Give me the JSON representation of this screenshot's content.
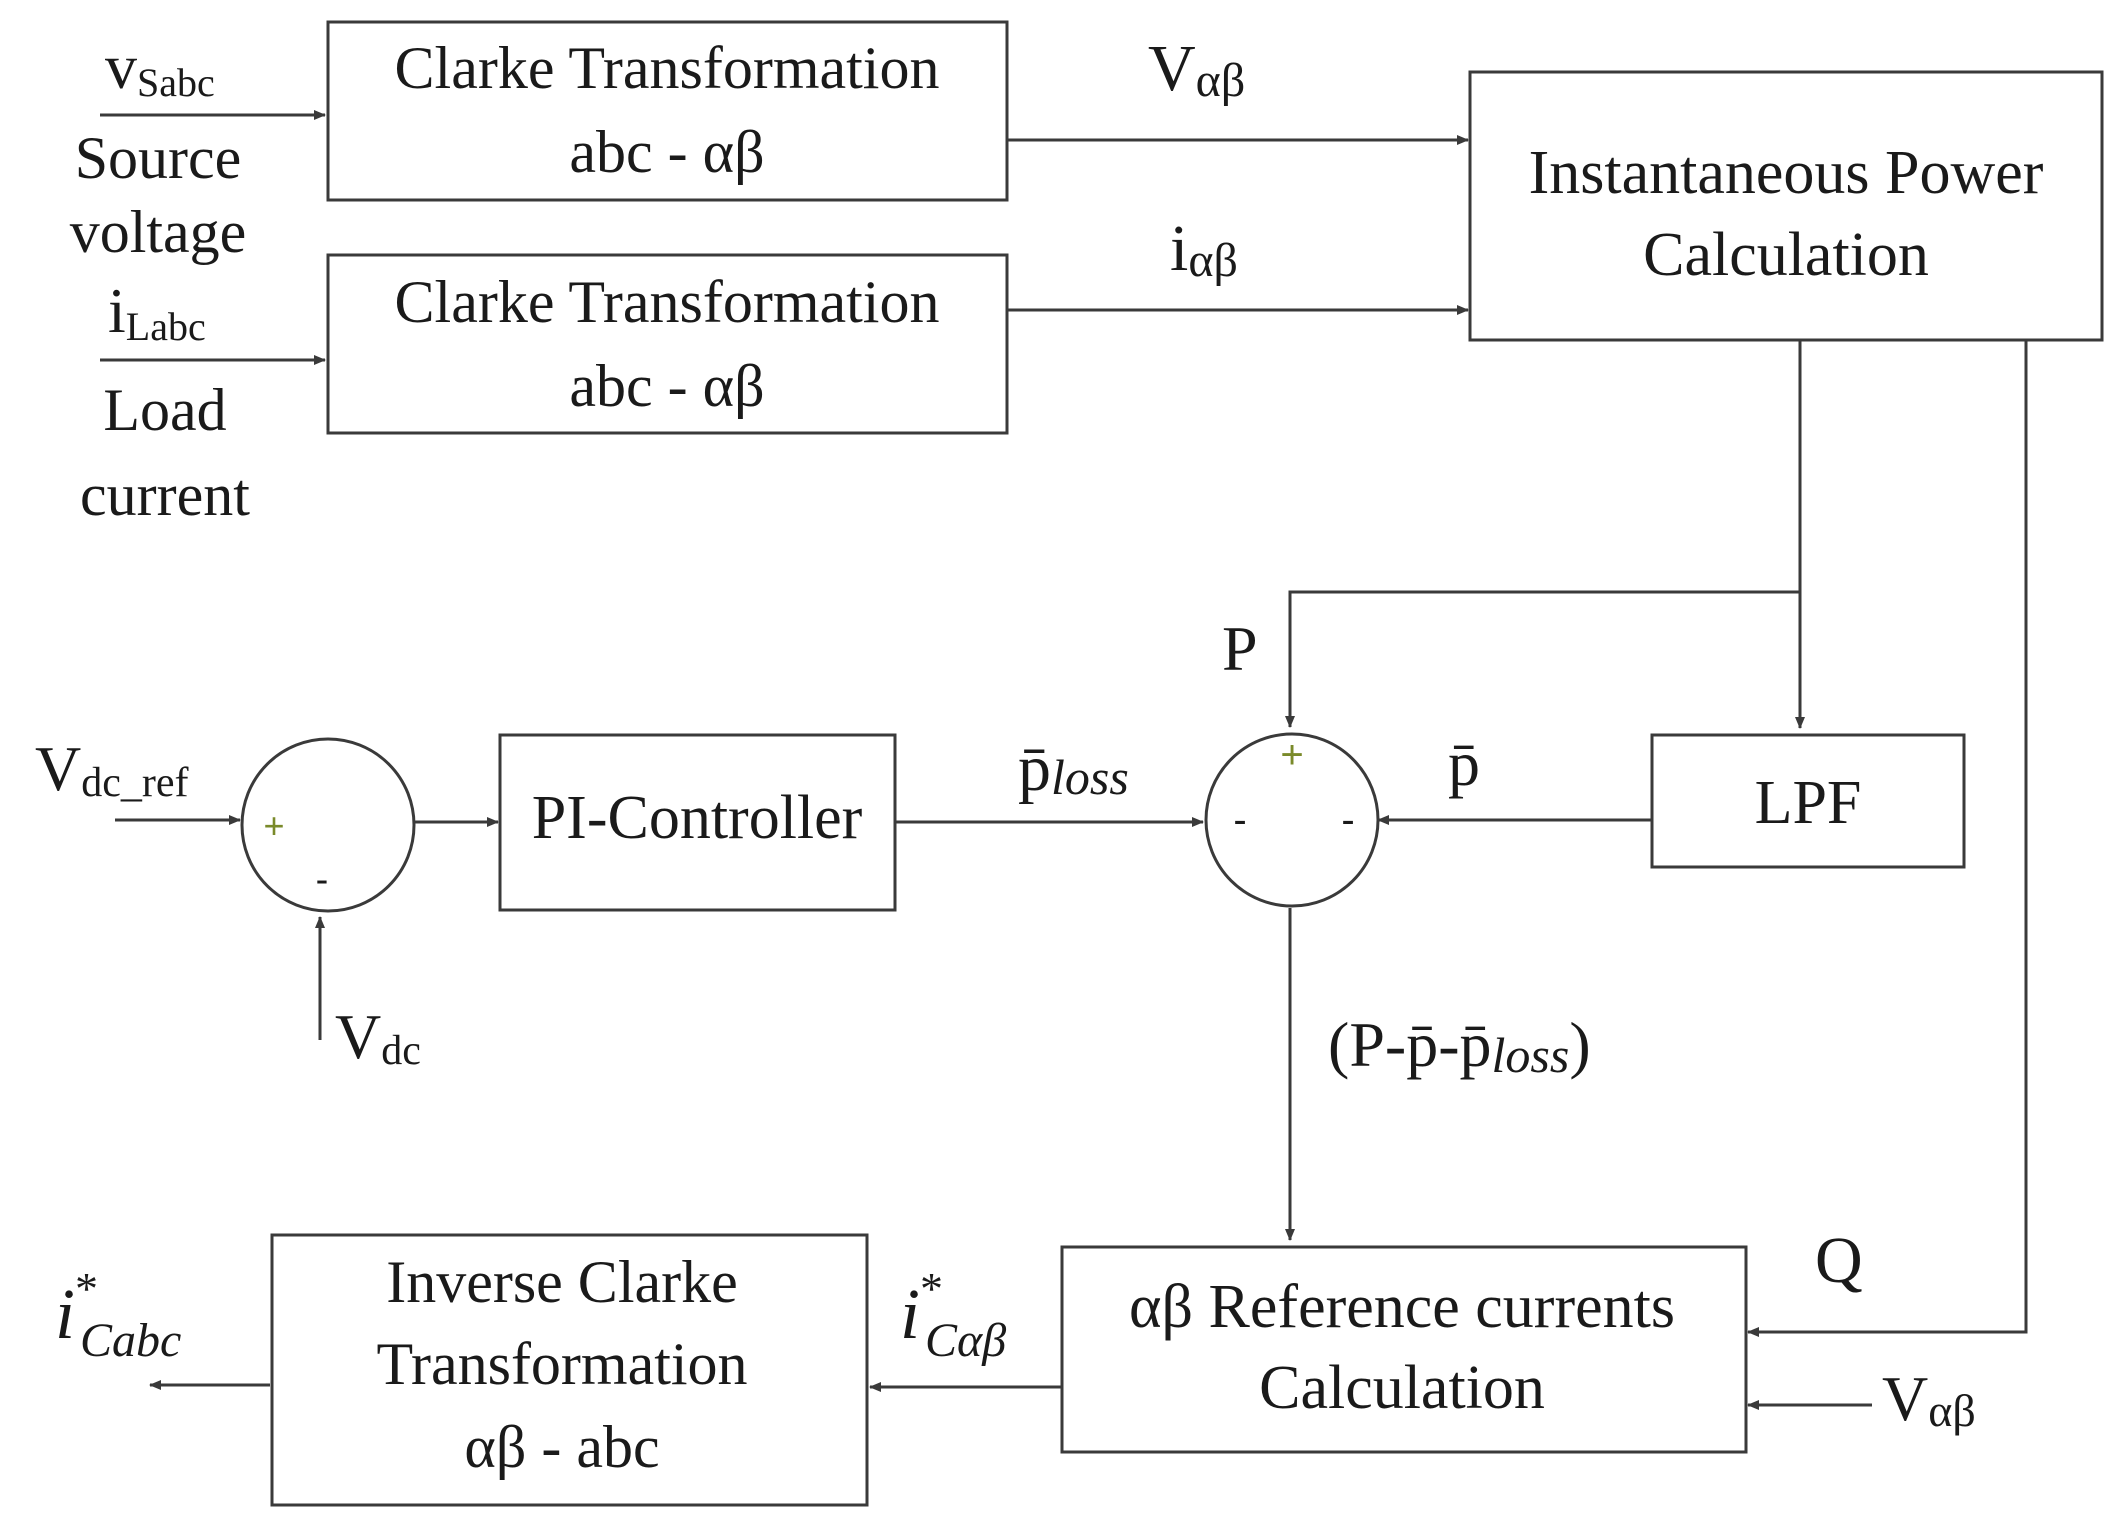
{
  "blocks": {
    "clarke_v": {
      "line1": "Clarke Transformation",
      "line2": "abc - αβ"
    },
    "clarke_i": {
      "line1": "Clarke Transformation",
      "line2": "abc - αβ"
    },
    "power_calc": {
      "line1": "Instantaneous Power",
      "line2": "Calculation"
    },
    "lpf": {
      "label": "LPF"
    },
    "pi": {
      "label": "PI-Controller"
    },
    "ref_calc": {
      "line1": "αβ Reference currents",
      "line2": "Calculation"
    },
    "inv_clarke": {
      "line1": "Inverse Clarke",
      "line2": "Transformation",
      "line3": "αβ - abc"
    }
  },
  "inputs": {
    "vs": {
      "main": "v",
      "sub": "Sabc",
      "desc1": "Source",
      "desc2": "voltage"
    },
    "il": {
      "main": "i",
      "sub": "Labc",
      "desc1": "Load",
      "desc2": "current"
    },
    "vdc_ref": {
      "main": "V",
      "sub": "dc_ref"
    },
    "vdc": {
      "main": "V",
      "sub": "dc"
    }
  },
  "signals": {
    "v_ab": {
      "main": "V",
      "sub": "αβ"
    },
    "i_ab": {
      "main": "i",
      "sub": "αβ"
    },
    "p": "P",
    "p_bar": "p̄",
    "p_loss": {
      "main": "p̄",
      "sub": "loss"
    },
    "error": {
      "open": "(P-p̄-p̄",
      "sub": "loss",
      "close": ")"
    },
    "q": "Q",
    "v_ab_ref": {
      "main": "V",
      "sub": "αβ"
    },
    "ic_ab": {
      "main": "i",
      "sup": "*",
      "sub": "Cαβ"
    },
    "ic_abc": {
      "main": "i",
      "sup": "*",
      "sub": "Cabc"
    }
  },
  "summers": {
    "dc": {
      "plus": "+",
      "minus": "-"
    },
    "power": {
      "plus": "+",
      "minus_left": "-",
      "minus_right": "-"
    }
  }
}
